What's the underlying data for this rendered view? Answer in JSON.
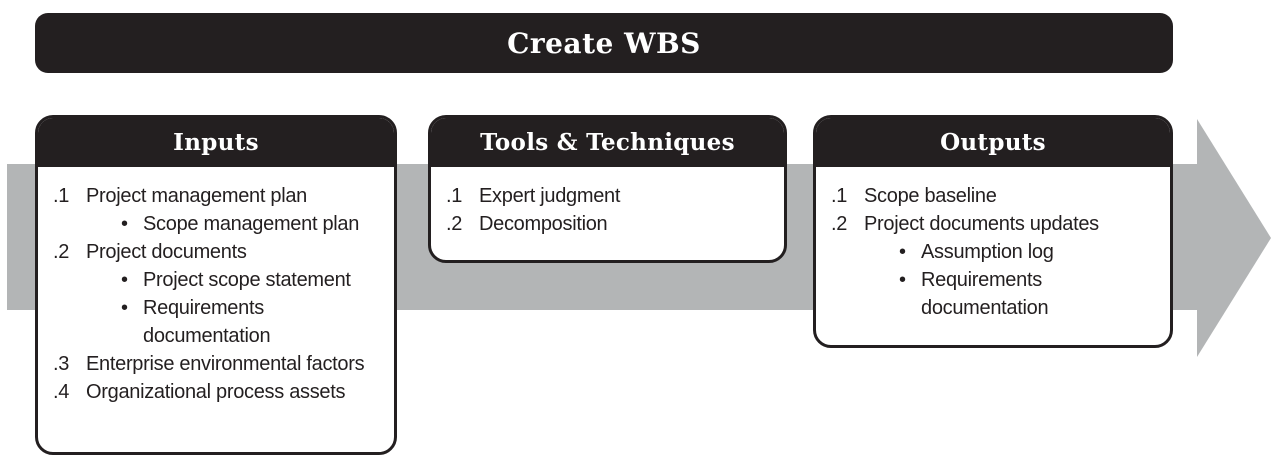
{
  "title": "Create WBS",
  "bullet": "•",
  "colors": {
    "box_black": "#231f20",
    "arrow_gray": "#b3b5b6",
    "text": "#231f20",
    "background": "#ffffff"
  },
  "columns": [
    {
      "header": "Inputs",
      "items": [
        {
          "num": ".1",
          "text": "Project management plan",
          "subs": [
            "Scope management plan"
          ]
        },
        {
          "num": ".2",
          "text": "Project documents",
          "subs": [
            "Project scope statement",
            "Requirements documentation"
          ]
        },
        {
          "num": ".3",
          "text": "Enterprise environmental factors",
          "subs": []
        },
        {
          "num": ".4",
          "text": "Organizational process assets",
          "subs": []
        }
      ]
    },
    {
      "header": "Tools & Techniques",
      "items": [
        {
          "num": ".1",
          "text": "Expert judgment",
          "subs": []
        },
        {
          "num": ".2",
          "text": "Decomposition",
          "subs": []
        }
      ]
    },
    {
      "header": "Outputs",
      "items": [
        {
          "num": ".1",
          "text": "Scope baseline",
          "subs": []
        },
        {
          "num": ".2",
          "text": "Project documents updates",
          "subs": [
            "Assumption log",
            "Requirements documentation"
          ]
        }
      ]
    }
  ]
}
